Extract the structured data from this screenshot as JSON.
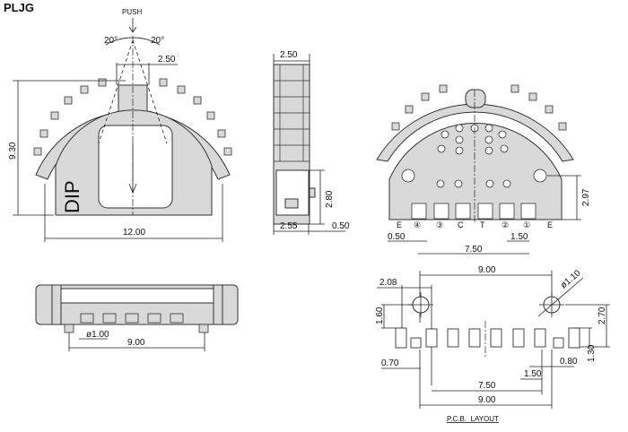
{
  "title": "PLJG",
  "front_view": {
    "push_label": "PUSH",
    "angle_left": "20°",
    "angle_right": "20°",
    "dim_width_top": "2.50",
    "dim_height": "9.30",
    "body_marking": "DIP",
    "dim_width": "12.00"
  },
  "side_view": {
    "dim_top": "2.50",
    "dim_height": "2.80",
    "dim_bottom": "2.55",
    "dim_right": "0.50"
  },
  "rear_view": {
    "dim_height": "2.97",
    "dim_offset": "0.50",
    "dim_pitch": "1.50",
    "dim_span": "7.50",
    "pin_labels": [
      "E",
      "④",
      "③",
      "C",
      "T",
      "②",
      "①",
      "E"
    ]
  },
  "bottom_view": {
    "dim_hole": "ø1.00",
    "dim_span": "9.00"
  },
  "pcb_layout": {
    "dim_top": "9.00",
    "dim_hole_offset": "2.08",
    "dim_hole": "ø1.10",
    "dim_hole_height": "1.60",
    "dim_right_height": "2.70",
    "dim_pad_height": "1.30",
    "dim_left_pad": "0.70",
    "dim_right_pad": "0.80",
    "dim_pitch": "1.50",
    "dim_span_pads": "7.50",
    "dim_span_total": "9.00",
    "caption": "P.C.B.  LAYOUT"
  }
}
